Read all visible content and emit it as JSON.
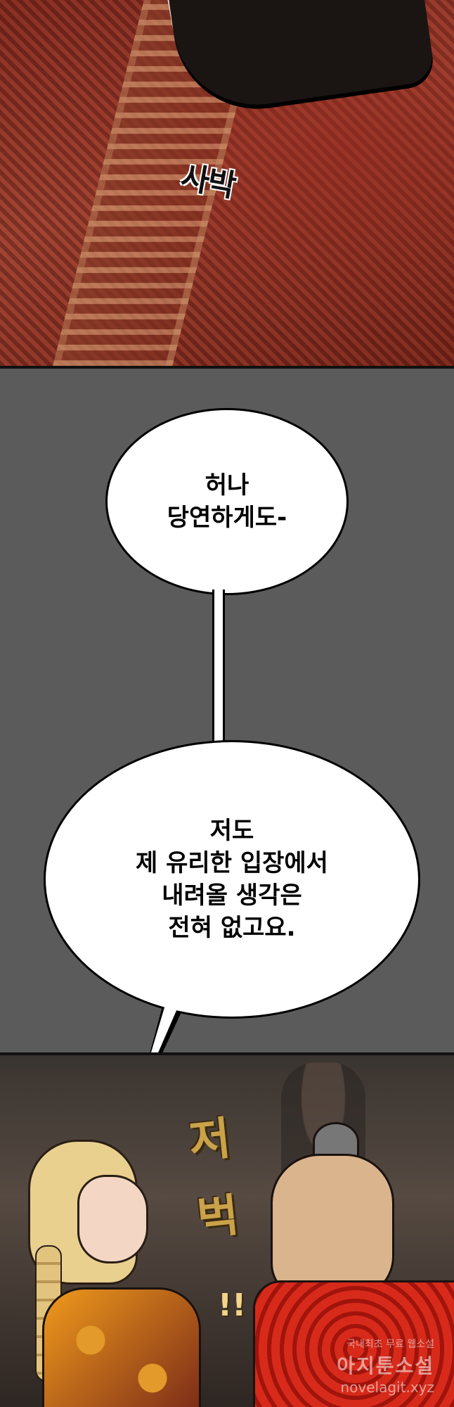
{
  "panels": {
    "top": {
      "sfx": "사박"
    },
    "bubble_1": {
      "lines": [
        "허나",
        "당연하게도-"
      ]
    },
    "bubble_2": {
      "lines": [
        "저도",
        "제 유리한 입장에서",
        "내려올 생각은",
        "전혀 없고요."
      ]
    },
    "bottom": {
      "sfx": "저벅",
      "sfx_bang": "!!"
    }
  },
  "watermark": {
    "line1": "국내최초 무료 웹소설",
    "line2": "아지툰소설",
    "line3": "novelagit.xyz"
  },
  "colors": {
    "background_gray": "#5b5b5b",
    "carpet_red": "#a24a37",
    "robe_red": "#d72a1a",
    "robe_orange": "#f09a1c"
  }
}
